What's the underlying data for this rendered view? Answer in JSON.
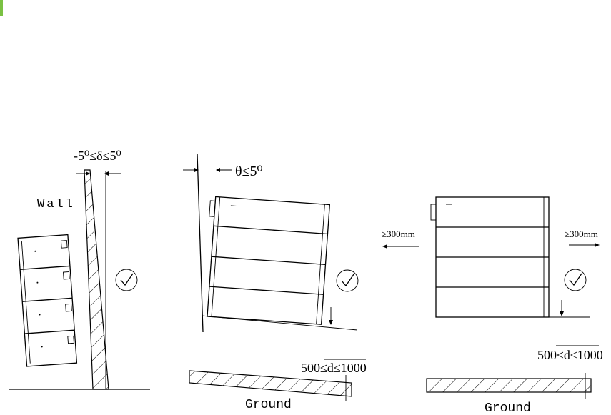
{
  "figure_1": {
    "tilt_label": "-5⁰≤δ≤5⁰",
    "wall_label": "Wall",
    "status_icon": "check-circle-icon"
  },
  "figure_2": {
    "tilt_label": "θ≤5⁰",
    "height_label": "500≤d≤1000",
    "ground_label": "Ground",
    "status_icon": "check-circle-icon"
  },
  "figure_3": {
    "left_clearance": "≥300mm",
    "right_clearance": "≥300mm",
    "height_label": "500≤d≤1000",
    "ground_label": "Ground",
    "status_icon": "check-circle-icon"
  },
  "colors": {
    "accent": "#7ac143",
    "line": "#000000"
  }
}
